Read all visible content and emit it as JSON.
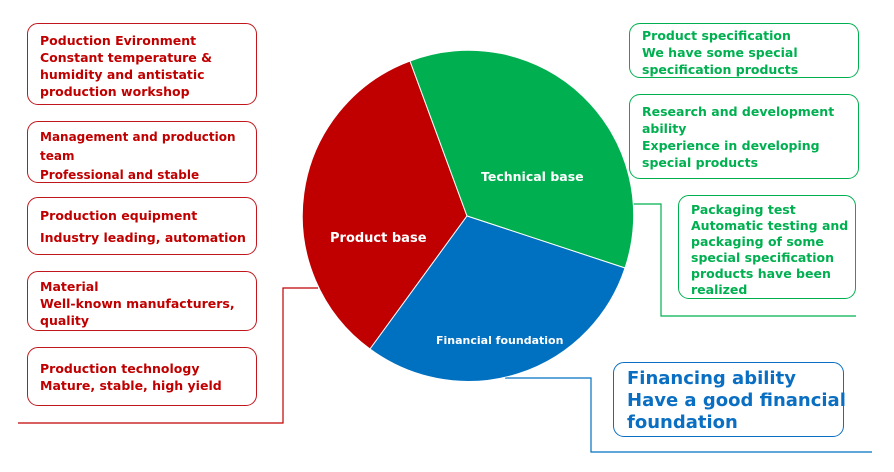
{
  "pie": {
    "product_base": "Product base",
    "technical_base": "Technical base",
    "financial_foundation": "Financial foundation",
    "colors": {
      "product_base": "#c00000",
      "technical_base": "#00b050",
      "financial_foundation": "#0070c0"
    }
  },
  "left_boxes": {
    "environment": {
      "line1": "Poduction Evironment",
      "line2": "Constant temperature &",
      "line3": "humidity and antistatic",
      "line4": "production workshop"
    },
    "management": {
      "line1": "Management and production",
      "line2": "team",
      "line3": "Professional and stable"
    },
    "equipment": {
      "line1": "Production equipment",
      "line2": "Industry leading, automation"
    },
    "material": {
      "line1": "Material",
      "line2": "Well-known manufacturers,",
      "line3": "quality"
    },
    "technology": {
      "line1": "Production technology",
      "line2": "Mature, stable, high yield"
    }
  },
  "right_boxes": {
    "specification": {
      "line1": "Product specification",
      "line2": "We have some special",
      "line3": "specification products"
    },
    "research": {
      "line1": "Research and development",
      "line2": "ability",
      "line3": "Experience in developing",
      "line4": "special products"
    },
    "packaging": {
      "line1": "Packaging test",
      "line2": "Automatic testing and",
      "line3": "packaging of some",
      "line4": "special specification",
      "line5": "products have been",
      "line6": "realized"
    }
  },
  "financing": {
    "line1": "Financing ability",
    "line2": "Have a good financial",
    "line3": "foundation"
  }
}
